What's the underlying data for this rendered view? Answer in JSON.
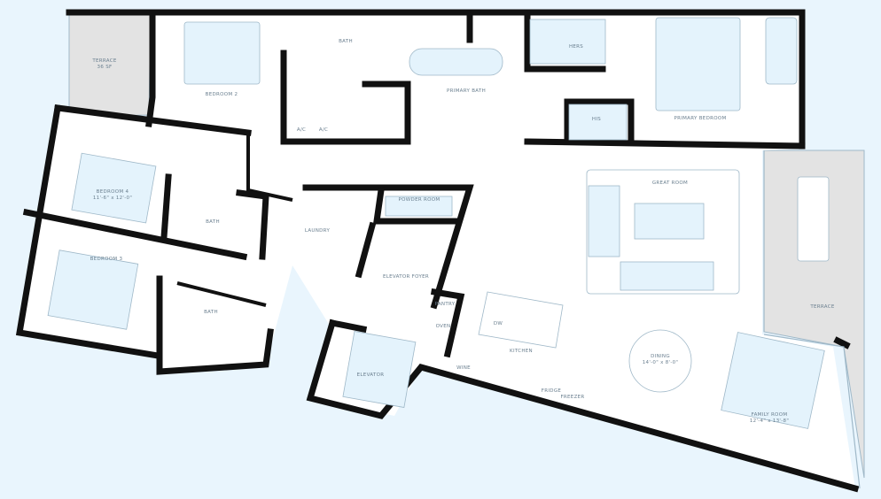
{
  "colors": {
    "background": "#e9f5fd",
    "interior": "#ffffff",
    "wall": "#111111",
    "terrace": "#e3e3e3",
    "furniture": "#e4f3fc",
    "line": "#9fb8c8"
  },
  "rooms": {
    "terrace_small": {
      "name": "TERRACE",
      "size": "36 SF"
    },
    "bedroom2": {
      "name": "BEDROOM 2"
    },
    "bath_top": {
      "name": "BATH"
    },
    "ac1": "A/C",
    "ac2": "A/C",
    "primary_bath": {
      "name": "PRIMARY BATH"
    },
    "hers": "HERS",
    "his": "HIS",
    "primary_bedroom": {
      "name": "PRIMARY BEDROOM"
    },
    "bedroom4": {
      "name": "BEDROOM 4",
      "size": "11'-6\" x 12'-0\""
    },
    "bath_mid": "BATH",
    "bedroom3": {
      "name": "BEDROOM 3"
    },
    "bath_low": "BATH",
    "laundry": "LAUNDRY",
    "powder_room": "POWDER ROOM",
    "elevator_foyer": "ELEVATOR FOYER",
    "elevator": "ELEVATOR",
    "pantry": "PANTRY",
    "oven": "OVEN",
    "dw": "DW",
    "wine": "WINE",
    "fridge": "FRIDGE",
    "freezer": "FREEZER",
    "kitchen": {
      "name": "KITCHEN"
    },
    "great_room": {
      "name": "GREAT ROOM"
    },
    "dining": {
      "name": "DINING",
      "size": "14'-0\" x 8'-0\""
    },
    "family_room": {
      "name": "FAMILY ROOM",
      "size": "12'-4\" x 13'-8\""
    },
    "terrace_large": {
      "name": "TERRACE"
    }
  }
}
